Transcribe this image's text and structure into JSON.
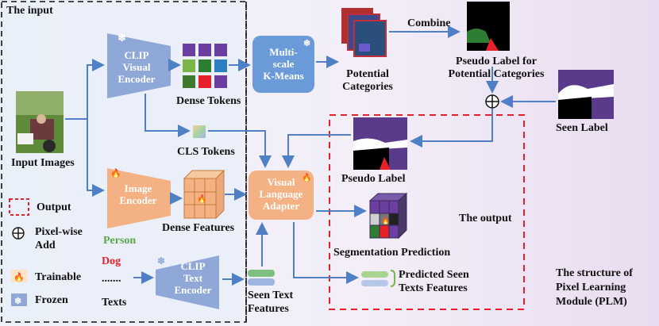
{
  "input_title": "The input",
  "output_title": "The output",
  "clip_visual_encoder": [
    "CLIP",
    "Visual",
    "Encoder"
  ],
  "image_encoder": [
    "Image",
    "Encoder"
  ],
  "clip_text_encoder": [
    "CLIP",
    "Text",
    "Encoder"
  ],
  "kmeans": [
    "Multi-",
    "scale",
    "K-Means"
  ],
  "vla": [
    "Visual",
    "Language",
    "Adapter"
  ],
  "dense_tokens": "Dense Tokens",
  "cls_tokens": "CLS Tokens",
  "dense_features": "Dense Features",
  "input_images": "Input Images",
  "potential_categories": [
    "Potential",
    "Categories"
  ],
  "combine": "Combine",
  "pseudo_label_potential": [
    "Pseudo Label for",
    "Potential Categories"
  ],
  "seen_label": "Seen Label",
  "pseudo_label": "Pseudo Label",
  "segmentation_prediction": "Segmentation Prediction",
  "predicted_seen": [
    "Predicted Seen",
    "Texts Features"
  ],
  "seen_text_features": [
    "Seen Text",
    "Features"
  ],
  "texts": {
    "person": "Person",
    "dog": "Dog",
    "dots": ".......",
    "label": "Texts"
  },
  "legend": {
    "output": "Output",
    "add": [
      "Pixel-wise",
      "Add"
    ],
    "trainable": "Trainable",
    "frozen": "Frozen"
  },
  "plm_caption": [
    "The structure of",
    "Pixel Learning",
    "Module (PLM)"
  ],
  "colors": {
    "encoder_blue": "#8fa8d8",
    "encoder_orange": "#f4b183",
    "kmeans_blue": "#6a9bd8",
    "arrow": "#4f7fc4",
    "output_dashed": "#e8202a",
    "person_green": "#5aa646",
    "dog_red": "#e8202a"
  }
}
